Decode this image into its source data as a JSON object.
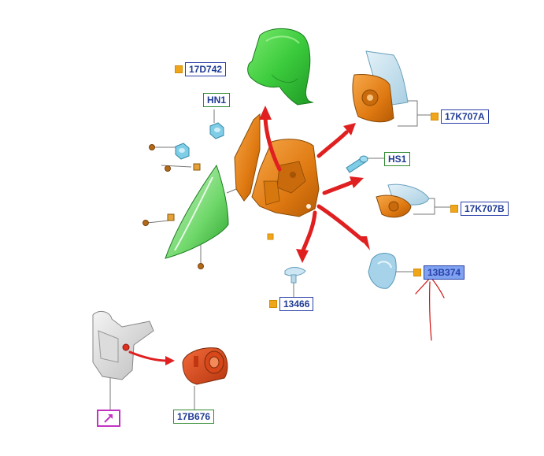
{
  "parts": {
    "p17D742": "17D742",
    "pHN1": "HN1",
    "p17K707A": "17K707A",
    "pHS1": "HS1",
    "p17K707B": "17K707B",
    "p13B374": "13B374",
    "p13466": "13466",
    "p17B676": "17B676"
  },
  "colors": {
    "cover": "#3fcf45",
    "housing": "#f08a1e",
    "glass": "#b6d8e8",
    "backing": "#f4a640",
    "arrow": "#e02020",
    "connector": "#7ab8e0",
    "marker": "#c233c2"
  },
  "icons": {
    "link_box": "arrow-link-icon"
  }
}
